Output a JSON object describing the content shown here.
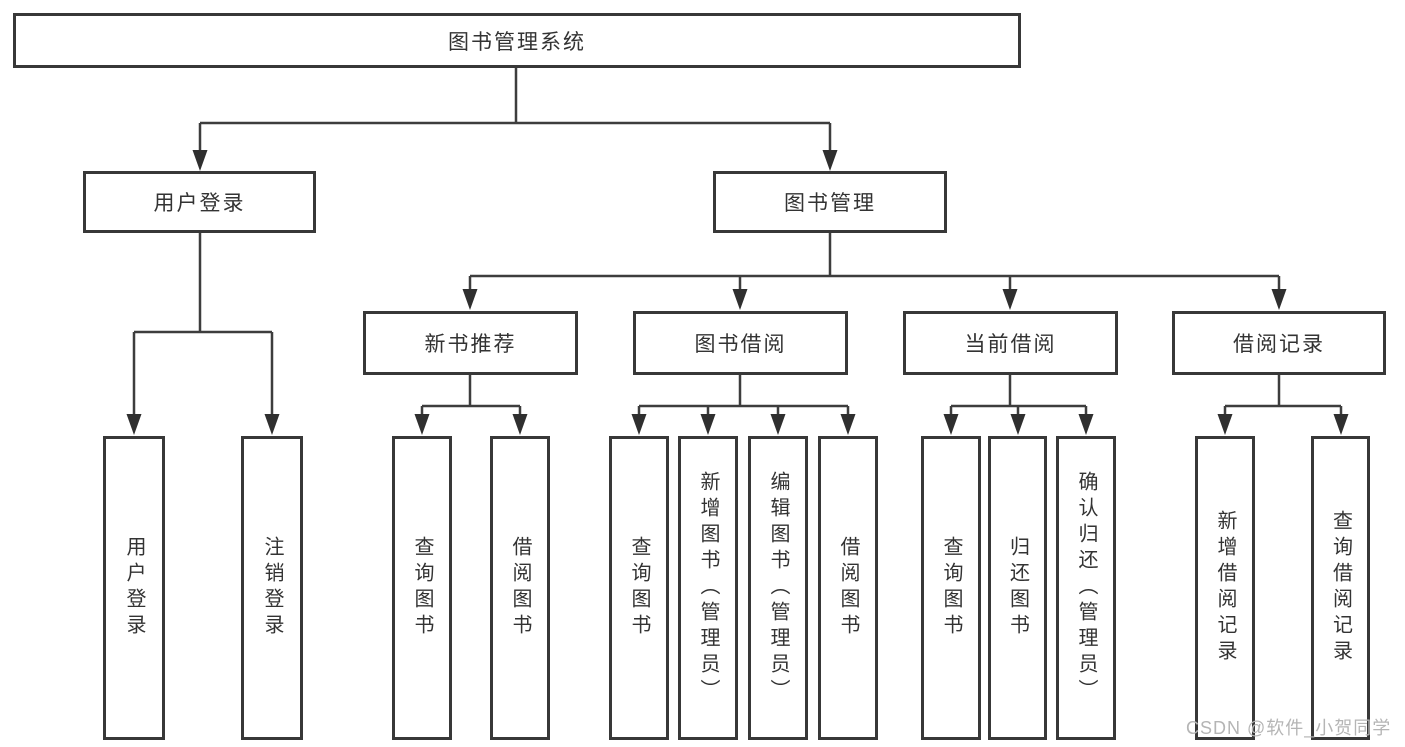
{
  "diagram": {
    "title": "图书管理系统",
    "colors": {
      "line": "#3d3d3d",
      "box_border": "#383838",
      "text": "#333333",
      "watermark": "#b5b5b5",
      "background": "#ffffff"
    },
    "nodes": {
      "root": "图书管理系统",
      "user_login": "用户登录",
      "book_mgmt": "图书管理",
      "recommend": "新书推荐",
      "borrow": "图书借阅",
      "current": "当前借阅",
      "records": "借阅记录"
    },
    "leaves": {
      "login": "用户登录",
      "logout": "注销登录",
      "rec_query": "查询图书",
      "rec_borrow": "借阅图书",
      "bor_query": "查询图书",
      "bor_add": "新增图书（管理员）",
      "bor_edit": "编辑图书（管理员）",
      "bor_borrow": "借阅图书",
      "cur_query": "查询图书",
      "cur_return": "归还图书",
      "cur_confirm": "确认归还（管理员）",
      "log_add": "新增借阅记录",
      "log_query": "查询借阅记录"
    },
    "watermark": "CSDN @软件_小贺同学"
  }
}
